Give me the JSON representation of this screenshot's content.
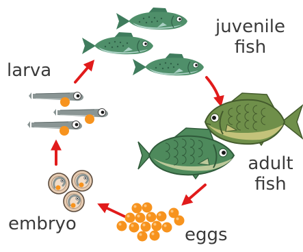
{
  "diagram": {
    "stages": {
      "juvenile": {
        "line1": "juvenile",
        "line2": "fish"
      },
      "adult": {
        "line1": "adult",
        "line2": "fish"
      },
      "eggs": "eggs",
      "embryo": "embryo",
      "larva": "larva"
    },
    "colors": {
      "arrow": "#e11b1b",
      "juvenile_back": "#3f7c5d",
      "juvenile_belly": "#a9d0c3",
      "adult_body": "#6f8f4a",
      "adult_belly": "#c3c27a",
      "adult_green_body": "#4e8a5c",
      "egg": "#f7931e",
      "larva_body": "#8a9594",
      "embryo_shell": "#e6cbb1",
      "label": "#3a3a3a"
    }
  }
}
